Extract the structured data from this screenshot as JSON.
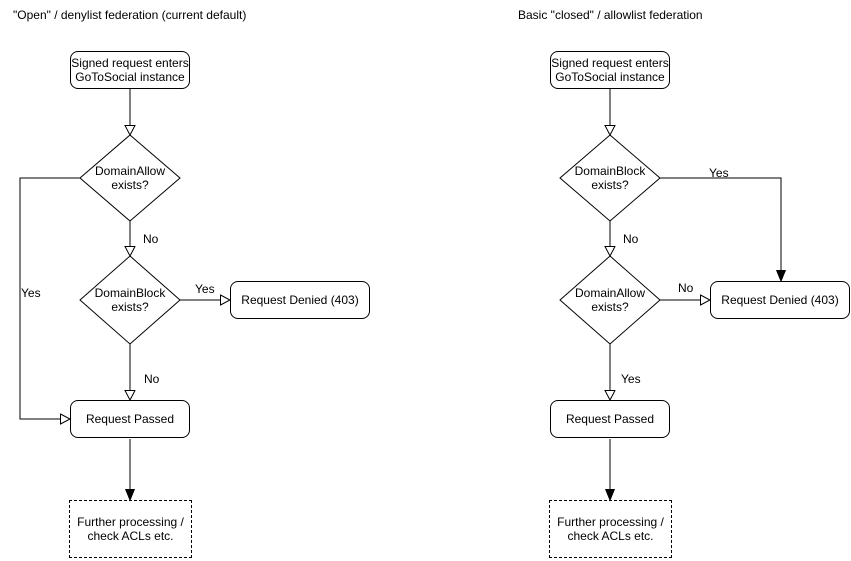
{
  "colors": {
    "stroke": "#000000",
    "background": "#ffffff",
    "text": "#000000"
  },
  "charts": [
    {
      "title": "\"Open\" / denylist federation (current default)",
      "nodes": {
        "start": {
          "line1": "Signed request enters",
          "line2": "GoToSocial instance"
        },
        "decision_allow": {
          "line1": "DomainAllow",
          "line2": "exists?"
        },
        "decision_block": {
          "line1": "DomainBlock",
          "line2": "exists?"
        },
        "denied": {
          "label": "Request Denied (403)"
        },
        "passed": {
          "label": "Request Passed"
        },
        "further": {
          "line1": "Further processing /",
          "line2": "check ACLs etc."
        }
      },
      "edge_labels": {
        "allow_yes": "Yes",
        "allow_no": "No",
        "block_yes": "Yes",
        "block_no": "No"
      }
    },
    {
      "title": "Basic \"closed\" / allowlist federation",
      "nodes": {
        "start": {
          "line1": "Signed request enters",
          "line2": "GoToSocial instance"
        },
        "decision_block": {
          "line1": "DomainBlock",
          "line2": "exists?"
        },
        "decision_allow": {
          "line1": "DomainAllow",
          "line2": "exists?"
        },
        "denied": {
          "label": "Request Denied (403)"
        },
        "passed": {
          "label": "Request Passed"
        },
        "further": {
          "line1": "Further processing /",
          "line2": "check ACLs etc."
        }
      },
      "edge_labels": {
        "block_yes": "Yes",
        "block_no": "No",
        "allow_no": "No",
        "allow_yes": "Yes"
      }
    }
  ]
}
